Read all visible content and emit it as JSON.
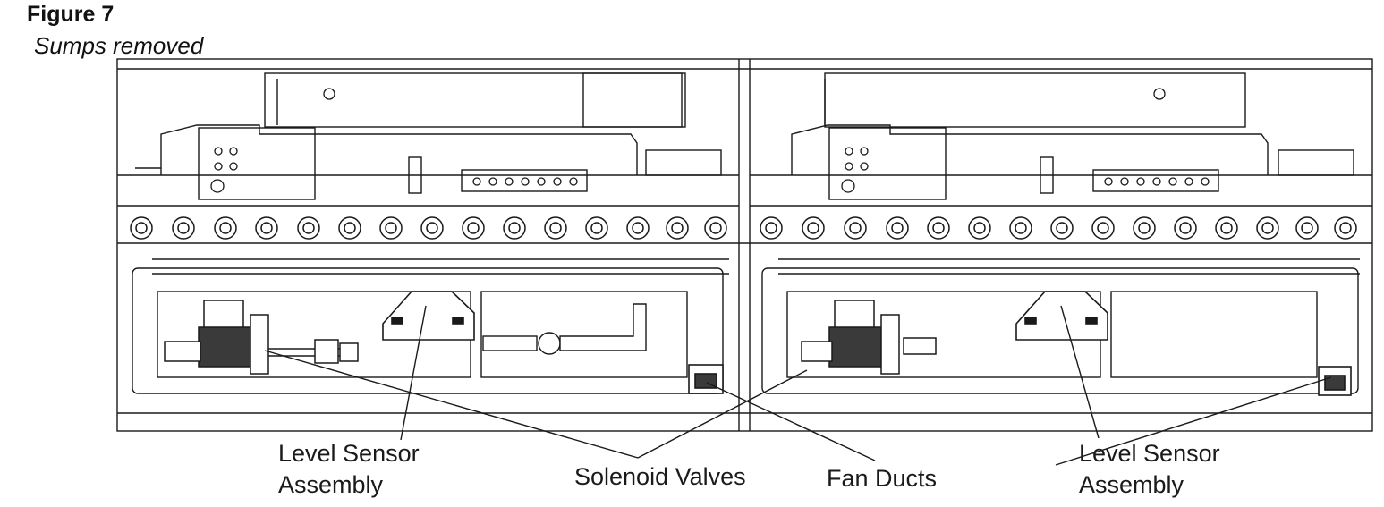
{
  "figure": {
    "title": "Figure 7",
    "subtitle": "Sumps removed"
  },
  "callouts": {
    "level_sensor_left": {
      "line1": "Level Sensor",
      "line2": "Assembly"
    },
    "solenoid_valves": "Solenoid Valves",
    "fan_ducts": "Fan Ducts",
    "level_sensor_right": {
      "line1": "Level Sensor",
      "line2": "Assembly"
    }
  },
  "colors": {
    "line": "#1a1a1a",
    "fill": "#ffffff",
    "shade": "#3a3a3a"
  }
}
